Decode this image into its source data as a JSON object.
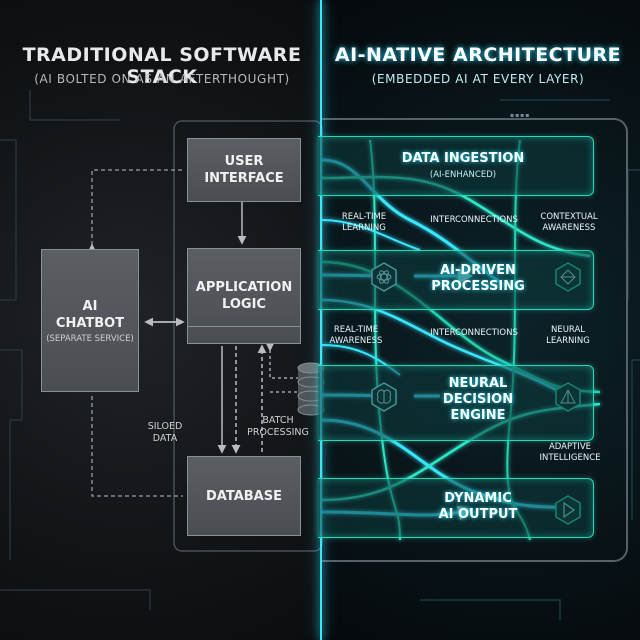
{
  "left": {
    "title": "TRADITIONAL SOFTWARE STACK",
    "subtitle": "(AI BOLTED ON AS AN AFTERTHOUGHT)",
    "boxes": {
      "user_interface": [
        "USER",
        "INTERFACE"
      ],
      "application_logic": [
        "APPLICATION",
        "LOGIC"
      ],
      "ai_chatbot": [
        "AI",
        "CHATBOT"
      ],
      "ai_chatbot_note": "(SEPARATE SERVICE)",
      "database": "DATABASE"
    },
    "flow_labels": {
      "siloed": [
        "SILOED",
        "DATA"
      ],
      "batch": [
        "BATCH",
        "PROCESSING"
      ]
    }
  },
  "right": {
    "title": "AI-NATIVE ARCHITECTURE",
    "subtitle": "(EMBEDDED AI AT EVERY LAYER)",
    "layers": {
      "ingestion": {
        "title": "DATA INGESTION",
        "note": "(AI-ENHANCED)"
      },
      "processing": [
        "AI-DRIVEN",
        "PROCESSING"
      ],
      "decision": [
        "NEURAL",
        "DECISION",
        "ENGINE"
      ],
      "output": [
        "DYNAMIC",
        "AI OUTPUT"
      ]
    },
    "labels": {
      "realtime_learning": [
        "REAL-TIME",
        "LEARNING"
      ],
      "interconnections_1": "INTERCONNECTIONS",
      "contextual_awareness": [
        "CONTEXTUAL",
        "AWARENESS"
      ],
      "realtime_awareness": [
        "REAL-TIME",
        "AWARENESS"
      ],
      "interconnections_2": "INTERCONNECTIONS",
      "neural_learning": [
        "NEURAL",
        "LEARNING"
      ],
      "adaptive_intelligence": [
        "ADAPTIVE",
        "INTELLIGENCE"
      ]
    }
  },
  "colors": {
    "accent_cyan": "#39e6ff",
    "accent_green": "#27d9b0",
    "box_gray": "#54585c"
  }
}
